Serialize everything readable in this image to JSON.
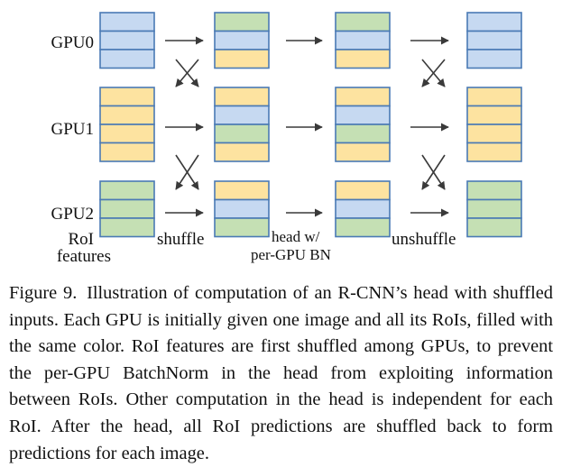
{
  "figure": {
    "gpu_labels": [
      "GPU0",
      "GPU1",
      "GPU2"
    ],
    "roi_features_label": [
      "RoI",
      "features"
    ],
    "shuffle_label": "shuffle",
    "head_label": [
      "head w/",
      "per-GPU BN"
    ],
    "unshuffle_label": "unshuffle",
    "colors": {
      "blue": "#c6d9f1",
      "yellow": "#fde3a0",
      "green": "#c5e0b4",
      "border": "#4a7ab5",
      "arrow": "#3a3a3a"
    },
    "columns": [
      {
        "name": "input",
        "groups": [
          [
            "blue",
            "blue",
            "blue"
          ],
          [
            "yellow",
            "yellow",
            "yellow",
            "yellow"
          ],
          [
            "green",
            "green",
            "green"
          ]
        ]
      },
      {
        "name": "shuffled",
        "groups": [
          [
            "green",
            "blue",
            "yellow"
          ],
          [
            "yellow",
            "blue",
            "green",
            "yellow"
          ],
          [
            "yellow",
            "blue",
            "green"
          ]
        ]
      },
      {
        "name": "head-output",
        "groups": [
          [
            "green",
            "blue",
            "yellow"
          ],
          [
            "yellow",
            "blue",
            "green",
            "yellow"
          ],
          [
            "yellow",
            "blue",
            "green"
          ]
        ]
      },
      {
        "name": "unshuffled",
        "groups": [
          [
            "blue",
            "blue",
            "blue"
          ],
          [
            "yellow",
            "yellow",
            "yellow",
            "yellow"
          ],
          [
            "green",
            "green",
            "green"
          ]
        ]
      }
    ]
  },
  "caption": {
    "label": "Figure 9.",
    "text": "Illustration of computation of an R-CNN’s head with shuffled inputs. Each GPU is initially given one image and all its RoIs, filled with the same color. RoI features are first shuffled among GPUs, to prevent the per-GPU BatchNorm in the head from exploiting information between RoIs. Other computation in the head is independent for each RoI. After the head, all RoI predictions are shuffled back to form predictions for each image."
  }
}
